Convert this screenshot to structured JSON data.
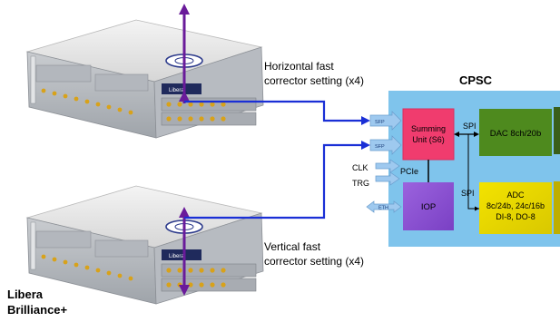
{
  "labels": {
    "title_cpsc": "CPSC",
    "horizontal_line1": "Horizontal fast",
    "horizontal_line2": "corrector setting (x4)",
    "vertical_line1": "Vertical fast",
    "vertical_line2": "corrector setting (x4)",
    "device_line1": "Libera",
    "device_line2": "Brilliance+"
  },
  "cpsc": {
    "summing_line1": "Summing",
    "summing_line2": "Unit (S6)",
    "dac": "DAC 8ch/20b",
    "adc_line1": "ADC",
    "adc_line2": "8c/24b, 24c/16b",
    "adc_line3": "DI-8, DO-8",
    "iop": "IOP",
    "spi_top": "SPI",
    "spi_bottom": "SPI",
    "pcie": "PCIe",
    "clk": "CLK",
    "trg": "TRG",
    "sfp_top": "SFP",
    "sfp_bottom": "SFP",
    "eth": "ETH"
  },
  "colors": {
    "beam_arrow": "#6a1b9a",
    "link_line": "#1a2fd6",
    "cpsc_panel": "#7fc4ec",
    "summing_block": "#f03c6e",
    "dac_block": "#4e8a1e",
    "adc_block": "#e6d400",
    "iop_block": "#8a4fd0",
    "port_arrow": "#9ec9ef"
  }
}
